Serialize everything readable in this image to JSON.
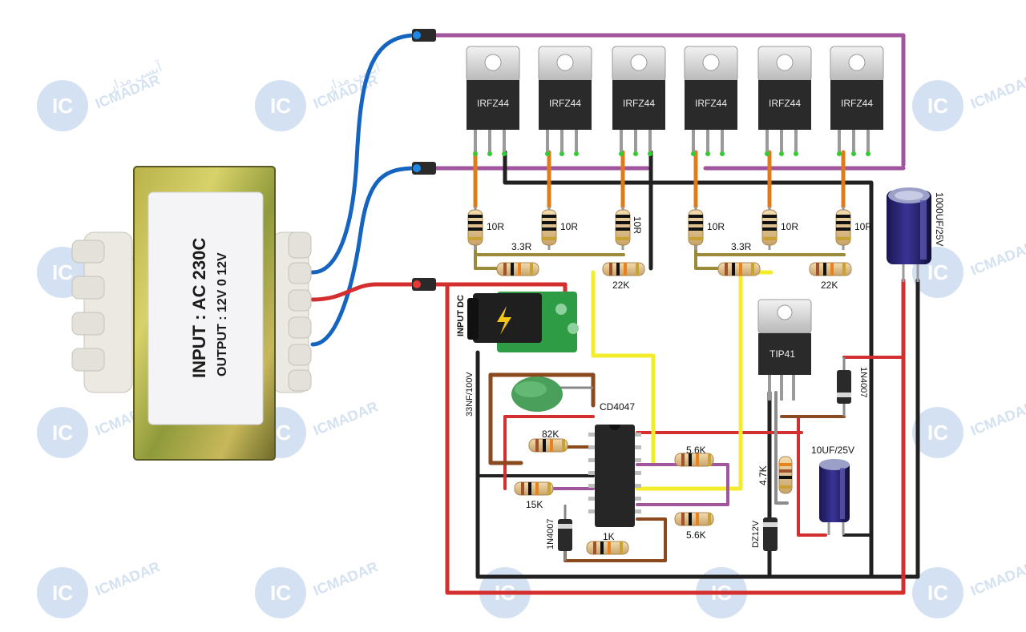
{
  "transformer": {
    "input": "INPUT : AC 230C",
    "output": "OUTPUT : 12V 0 12V"
  },
  "mosfets": [
    "IRFZ44",
    "IRFZ44",
    "IRFZ44",
    "IRFZ44",
    "IRFZ44",
    "IRFZ44"
  ],
  "gate_resistors": [
    "10R",
    "10R",
    "10R",
    "10R",
    "10R",
    "10R"
  ],
  "labels": {
    "r_3r3_left": "3.3R",
    "r_3r3_right": "3.3R",
    "r_22k_left": "22K",
    "r_22k_right": "22K",
    "cap_big": "1000UF/25V",
    "input_dc": "INPUT DC",
    "tip": "TIP41",
    "diode_right": "1N4007",
    "cap_33n": "33NF/100V",
    "ic": "CD4047",
    "r_82k": "82K",
    "r_15k": "15K",
    "r_56k_top": "5.6K",
    "r_56k_bottom": "5.6K",
    "r_1k": "1K",
    "diode_left": "1N4007",
    "r_4k7": "4.7K",
    "zener": "DZ12V",
    "cap_10u": "10UF/25V"
  },
  "watermark": {
    "brand": "ICMADAR",
    "farsi": "آیسی مدار",
    "logo": "IC"
  },
  "colors": {
    "blue_wire": "#1565c0",
    "red_wire": "#d32f2f",
    "black_wire": "#212121",
    "purple_wire": "#a0559c",
    "yellow_wire": "#f2ec2c",
    "brown_wire": "#8b4a1e",
    "orange_wire": "#e07b1a",
    "olive_wire": "#9a8a3a"
  }
}
